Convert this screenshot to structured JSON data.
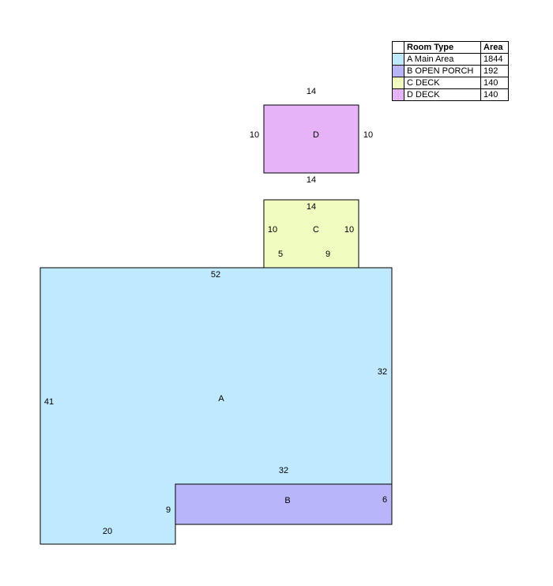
{
  "legend": {
    "header_type": "Room Type",
    "header_area": "Area",
    "rows": [
      {
        "type": "A Main Area",
        "area": "1844",
        "color": "#bfe9ff"
      },
      {
        "type": "B OPEN PORCH",
        "area": "192",
        "color": "#b9b5fa"
      },
      {
        "type": "C DECK",
        "area": "140",
        "color": "#f0fcc0"
      },
      {
        "type": "D DECK",
        "area": "140",
        "color": "#e6b3f8"
      }
    ]
  },
  "rooms": {
    "a": {
      "label": "A",
      "color": "#bfe9ff"
    },
    "b": {
      "label": "B",
      "color": "#b9b5fa"
    },
    "c": {
      "label": "C",
      "color": "#f0fcc0"
    },
    "d": {
      "label": "D",
      "color": "#e6b3f8"
    }
  },
  "dimensions": {
    "d_top": "14",
    "d_left": "10",
    "d_right": "10",
    "d_bottom": "14",
    "c_top": "14",
    "c_left": "10",
    "c_right": "10",
    "c_bottom_left": "5",
    "c_bottom_right": "9",
    "a_top": "52",
    "a_right": "32",
    "a_left": "41",
    "a_inner_top": "32",
    "a_bottom": "20",
    "a_notch": "9",
    "b_right": "6"
  }
}
